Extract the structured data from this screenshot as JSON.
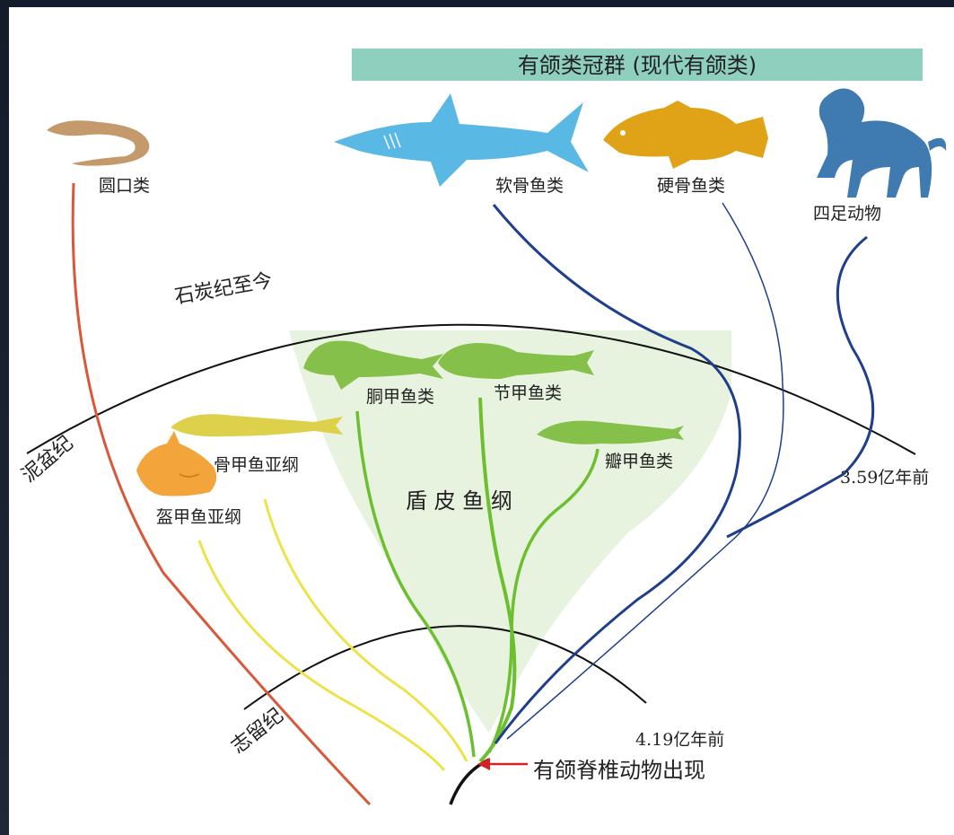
{
  "banner": {
    "text": "有颌类冠群  (现代有颌类)",
    "color": "#8fcfbd"
  },
  "periods": {
    "carboniferous": "石炭纪至今",
    "devonian": "泥盆纪",
    "silurian": "志留纪"
  },
  "ages": {
    "upper": "3.59亿年前",
    "lower": "4.19亿年前"
  },
  "origin_label": "有颌脊椎动物出现",
  "group_label": "盾 皮 鱼 纲",
  "taxa": {
    "cyclostomes": "圆口类",
    "chondrichthyes": "软骨鱼类",
    "osteichthyes": "硬骨鱼类",
    "tetrapods": "四足动物",
    "antiarchi": "胴甲鱼类",
    "arthrodira": "节甲鱼类",
    "rhenanida": "瓣甲鱼类",
    "osteostraci": "骨甲鱼亚纲",
    "galeaspida": "盔甲鱼亚纲"
  },
  "colors": {
    "cyclostome_line": "#d9583a",
    "stem_line": "#ece34a",
    "placoderm_line": "#6cbf2e",
    "crown_line": "#1f3f8c",
    "placoderm_zone": "#e6f2dc",
    "arrow": "#d62222",
    "lamprey": "#c49a6c",
    "shark": "#5ab8e4",
    "bonyfish": "#e0a318",
    "monkey": "#3f7bb0",
    "placoderm_fish": "#84c04a",
    "osteostracan": "#ddd04a",
    "galeaspid": "#f3a43a"
  }
}
